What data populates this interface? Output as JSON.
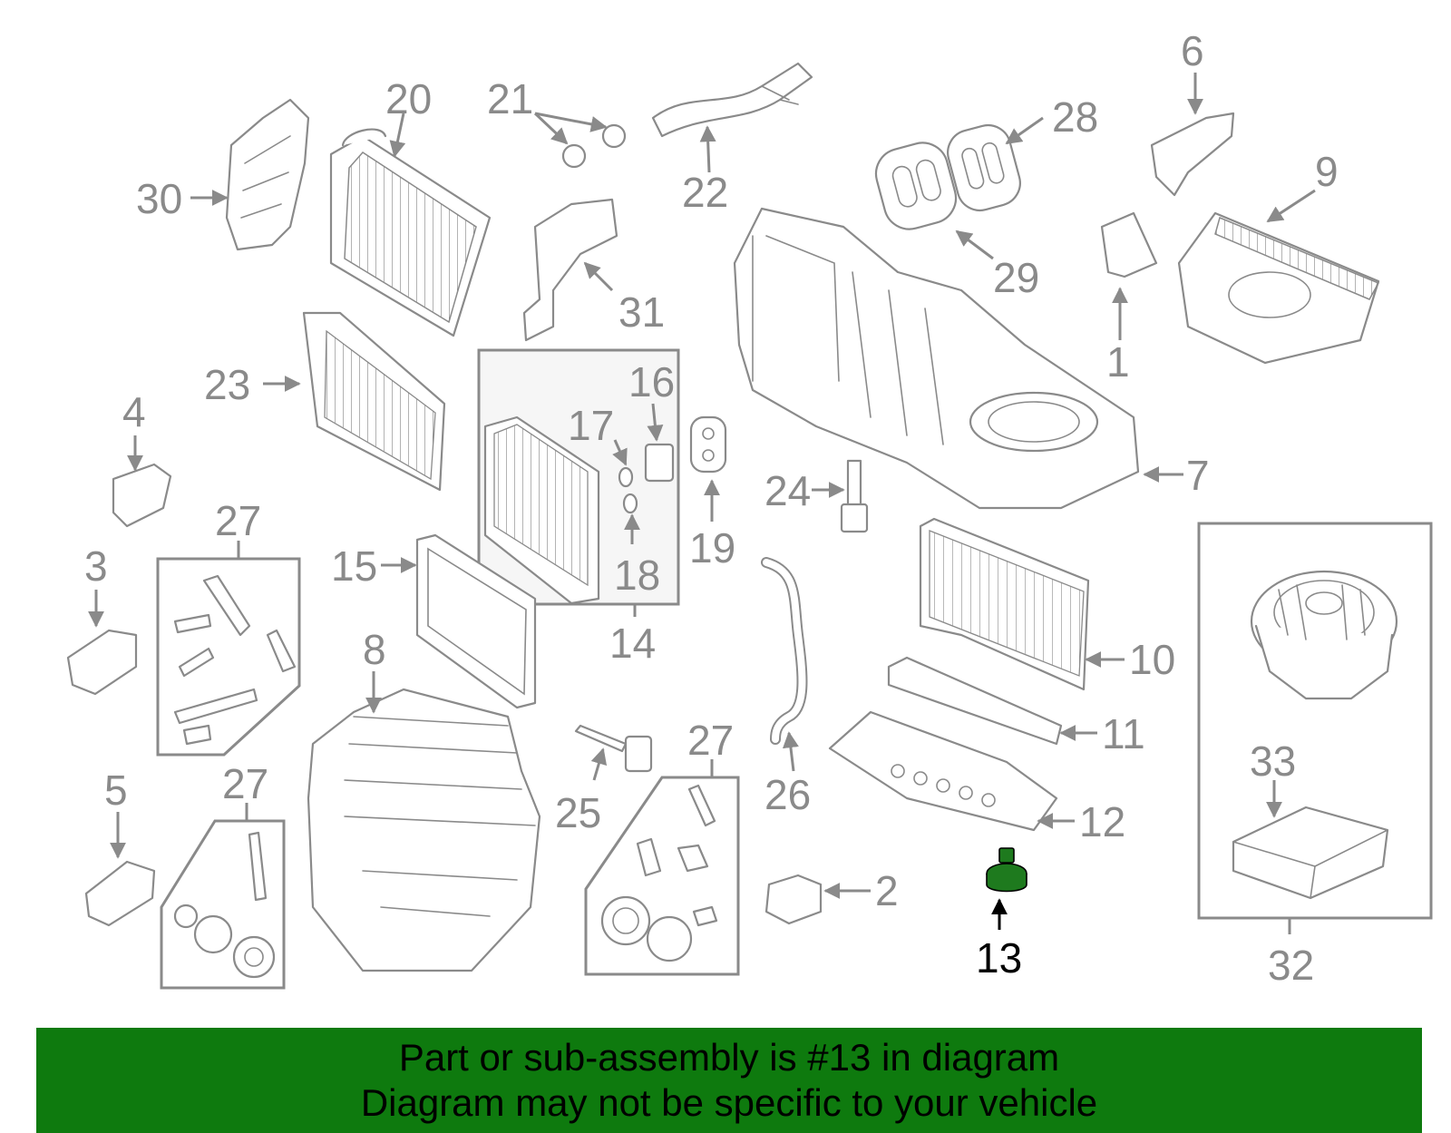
{
  "labels": {
    "p1": "1",
    "p2": "2",
    "p3": "3",
    "p4": "4",
    "p5": "5",
    "p6": "6",
    "p7": "7",
    "p8": "8",
    "p9": "9",
    "p10": "10",
    "p11": "11",
    "p12": "12",
    "p13": "13",
    "p14": "14",
    "p15": "15",
    "p16": "16",
    "p17": "17",
    "p18": "18",
    "p19": "19",
    "p20": "20",
    "p21": "21",
    "p22": "22",
    "p23": "23",
    "p24": "24",
    "p25": "25",
    "p26": "26",
    "p27a": "27",
    "p27b": "27",
    "p27c": "27",
    "p28": "28",
    "p29": "29",
    "p30": "30",
    "p31": "31",
    "p32": "32",
    "p33": "33"
  },
  "highlight_part": "13",
  "colors": {
    "line": "#8a8a8a",
    "highlight": "#1e7a1e",
    "banner": "#0e7a0e",
    "banner_text": "#000000"
  },
  "banner": {
    "line1": "Part or sub-assembly is #13 in diagram",
    "line2": "Diagram may not be specific to your vehicle"
  }
}
